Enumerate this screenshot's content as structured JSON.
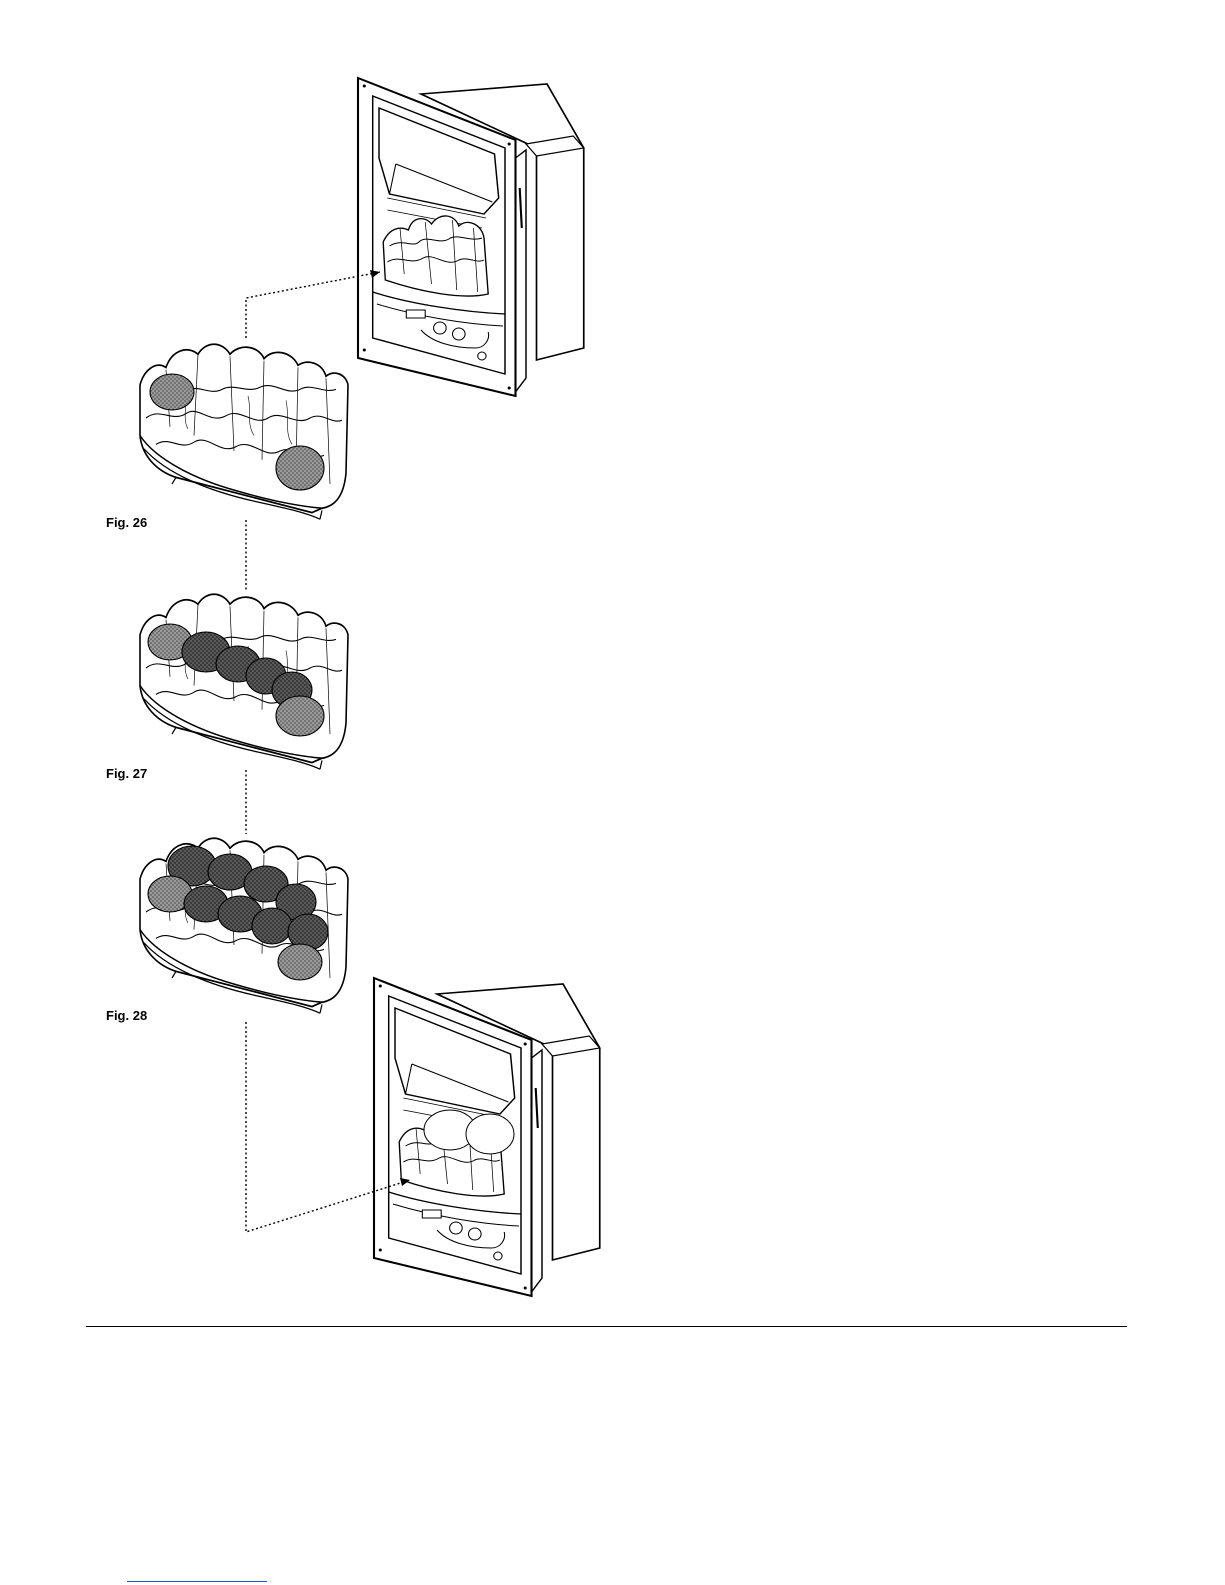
{
  "figures": [
    {
      "label": "Fig. 26"
    },
    {
      "label": "Fig. 27"
    },
    {
      "label": "Fig. 28"
    }
  ],
  "colors": {
    "line": "#000000",
    "light_shade": "#8a8a8a",
    "dark_shade": "#4a4a4a",
    "link": "#3355cc"
  },
  "icons": [
    "fire-insert-illustration",
    "fuel-bed-illustration"
  ]
}
